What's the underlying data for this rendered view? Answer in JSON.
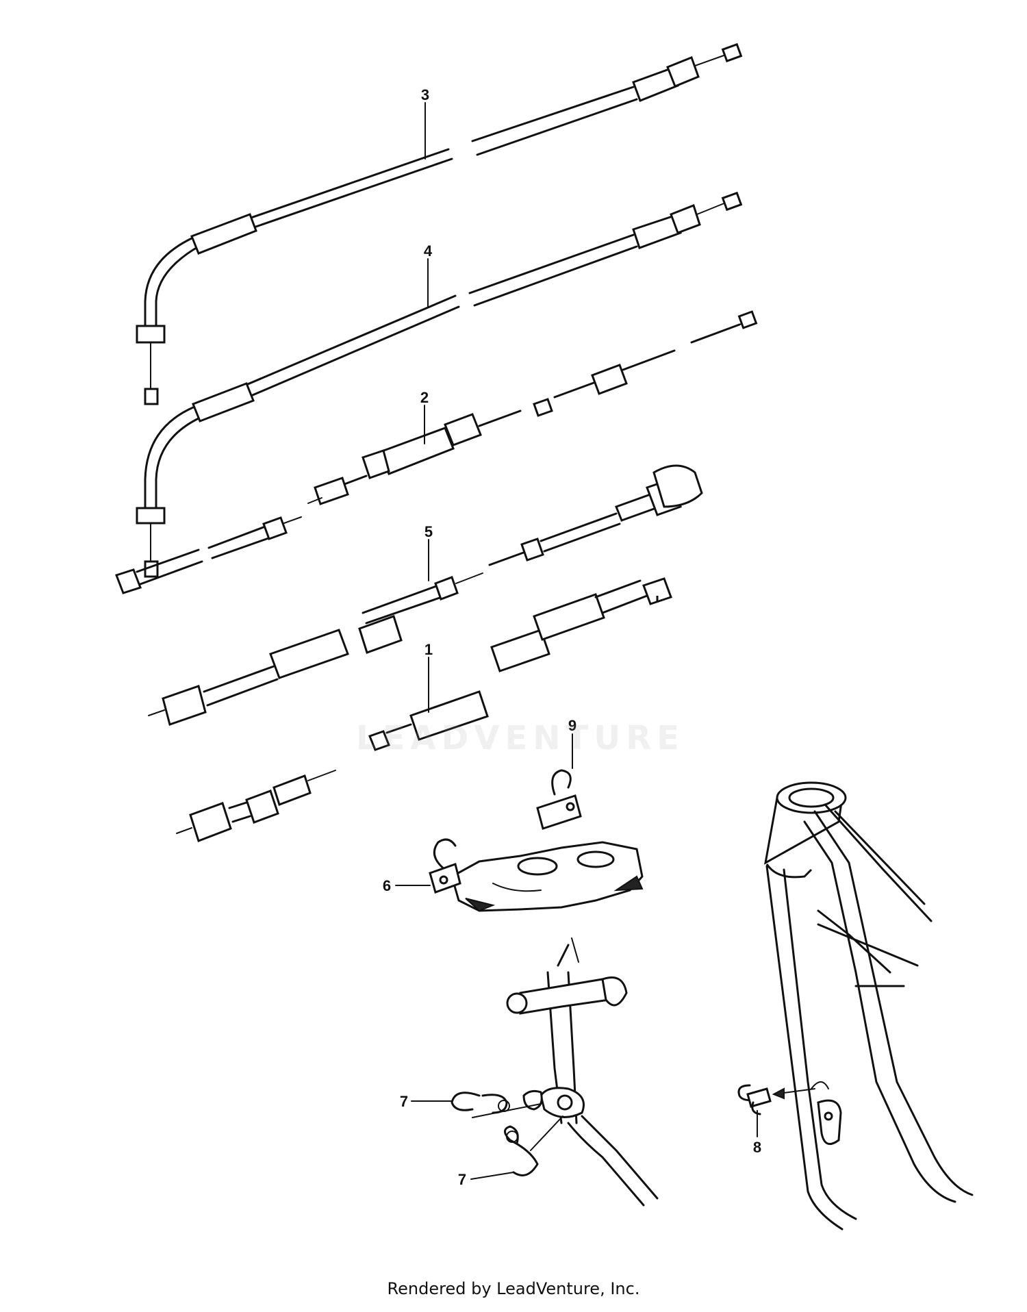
{
  "callouts": {
    "c1": "1",
    "c2": "2",
    "c3": "3",
    "c4": "4",
    "c5": "5",
    "c6": "6",
    "c7a": "7",
    "c7b": "7",
    "c8": "8",
    "c9": "9"
  },
  "watermark": {
    "text": "LEADVENTURE"
  },
  "footer": {
    "text": "Rendered by LeadVenture, Inc."
  }
}
